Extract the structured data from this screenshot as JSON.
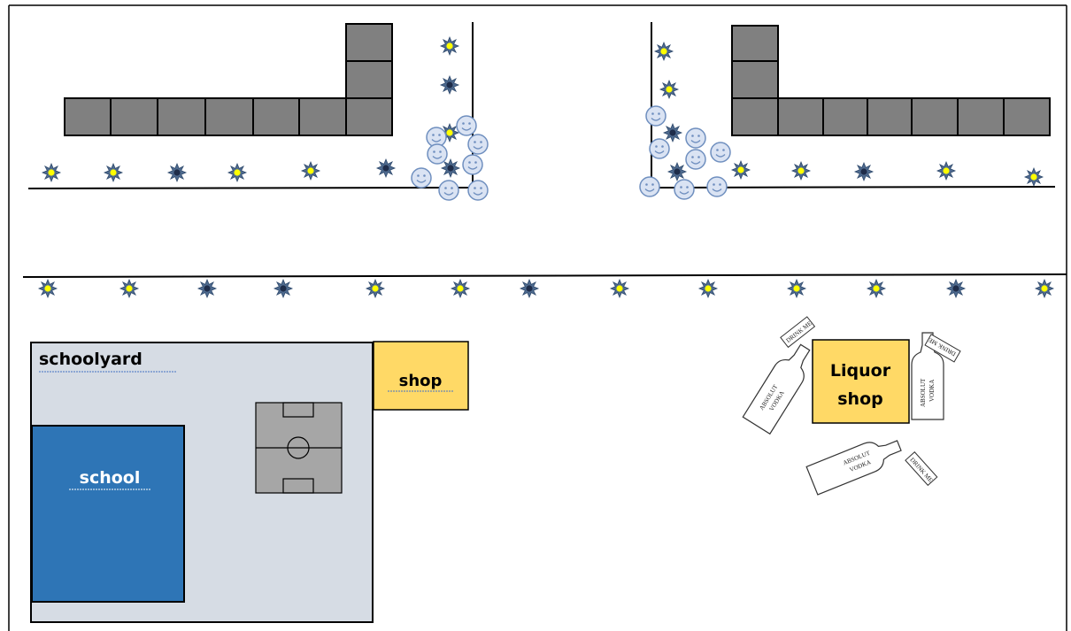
{
  "labels": {
    "schoolyard": "schoolyard",
    "school": "school",
    "shop": "shop",
    "liquor_line1": "Liquor",
    "liquor_line2": "shop",
    "bottle_brand": "ABSOLUT",
    "bottle_type": "VODKA",
    "bottle_tag": "DRINK ME"
  },
  "colors": {
    "building": "#808080",
    "schoolyard": "#d6dce4",
    "school": "#2e75b6",
    "shop": "#ffd966",
    "field": "#a6a6a6",
    "street_light_on": "#ffff00",
    "street_light_off": "#1f2d4a",
    "smiley": "#dae3f3"
  },
  "icons": [
    "street-light-icon",
    "smiley-face-icon",
    "vodka-bottle-icon",
    "football-field-icon"
  ]
}
